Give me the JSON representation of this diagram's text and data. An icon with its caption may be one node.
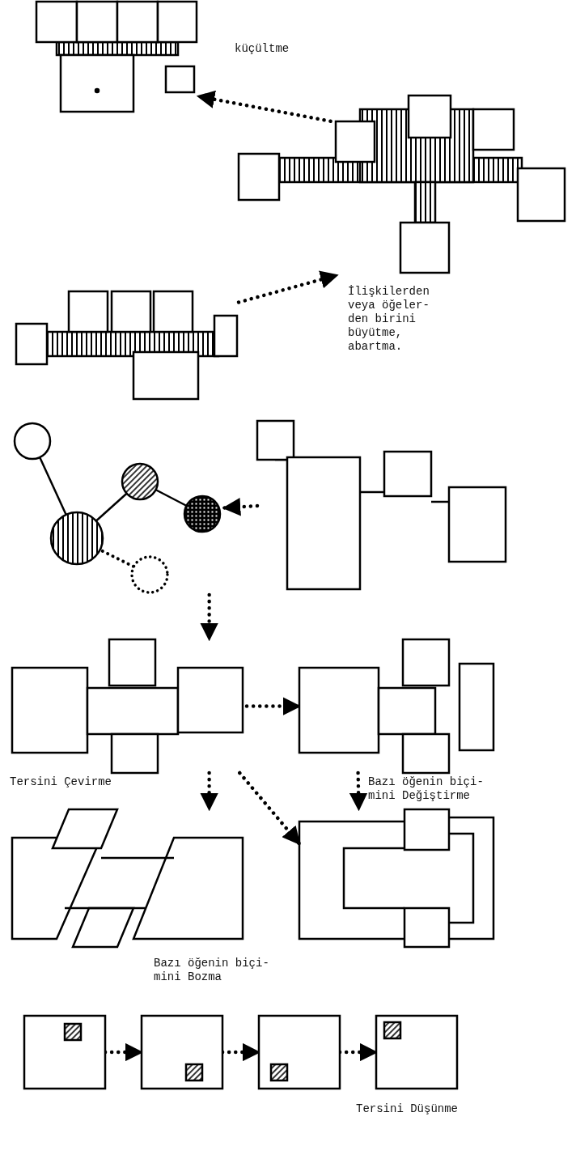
{
  "diagram": {
    "nodes": [
      {
        "text": [],
        "shape": "picture"
      },
      {
        "text": [],
        "shape": "picture"
      },
      {
        "text": [],
        "shape": "picture"
      },
      {
        "text": [],
        "shape": "picture"
      },
      {
        "text": [],
        "shape": "picture"
      },
      {
        "text": [],
        "shape": "picture"
      },
      {
        "text": [],
        "shape": "picture"
      },
      {
        "text": [],
        "shape": "picture"
      },
      {
        "text": [],
        "shape": "picture"
      },
      {
        "text": [],
        "shape": "picture"
      },
      {
        "text": [],
        "shape": "picture"
      },
      {
        "text": [],
        "shape": "picture"
      },
      {
        "text": [],
        "shape": "picture"
      }
    ],
    "edges": [
      {
        "from": 1,
        "to": 0,
        "arrow": "to"
      },
      {
        "from": 2,
        "to": 1,
        "arrow": "to"
      },
      {
        "from": 4,
        "to": 3,
        "arrow": "to"
      },
      {
        "from": 3,
        "to": 5,
        "arrow": "to"
      },
      {
        "from": 5,
        "to": 6,
        "arrow": "to"
      },
      {
        "from": 5,
        "to": 7,
        "arrow": "to"
      },
      {
        "from": 5,
        "to": 8,
        "arrow": "to"
      },
      {
        "from": 6,
        "to": 8,
        "arrow": "to"
      },
      {
        "from": 9,
        "to": 10,
        "arrow": "to"
      },
      {
        "from": 10,
        "to": 11,
        "arrow": "to"
      },
      {
        "from": 11,
        "to": 12,
        "arrow": "to"
      }
    ],
    "labels": [
      "küçültme",
      "İlişkilerden veya öğeler- den birini büyütme, abartma.",
      "Tersini Çevirme",
      "Bazı öğenin biçi- mini Değiştirme",
      "Bazı öğenin biçi- mini Bozma",
      "Tersini Düşünme"
    ]
  }
}
